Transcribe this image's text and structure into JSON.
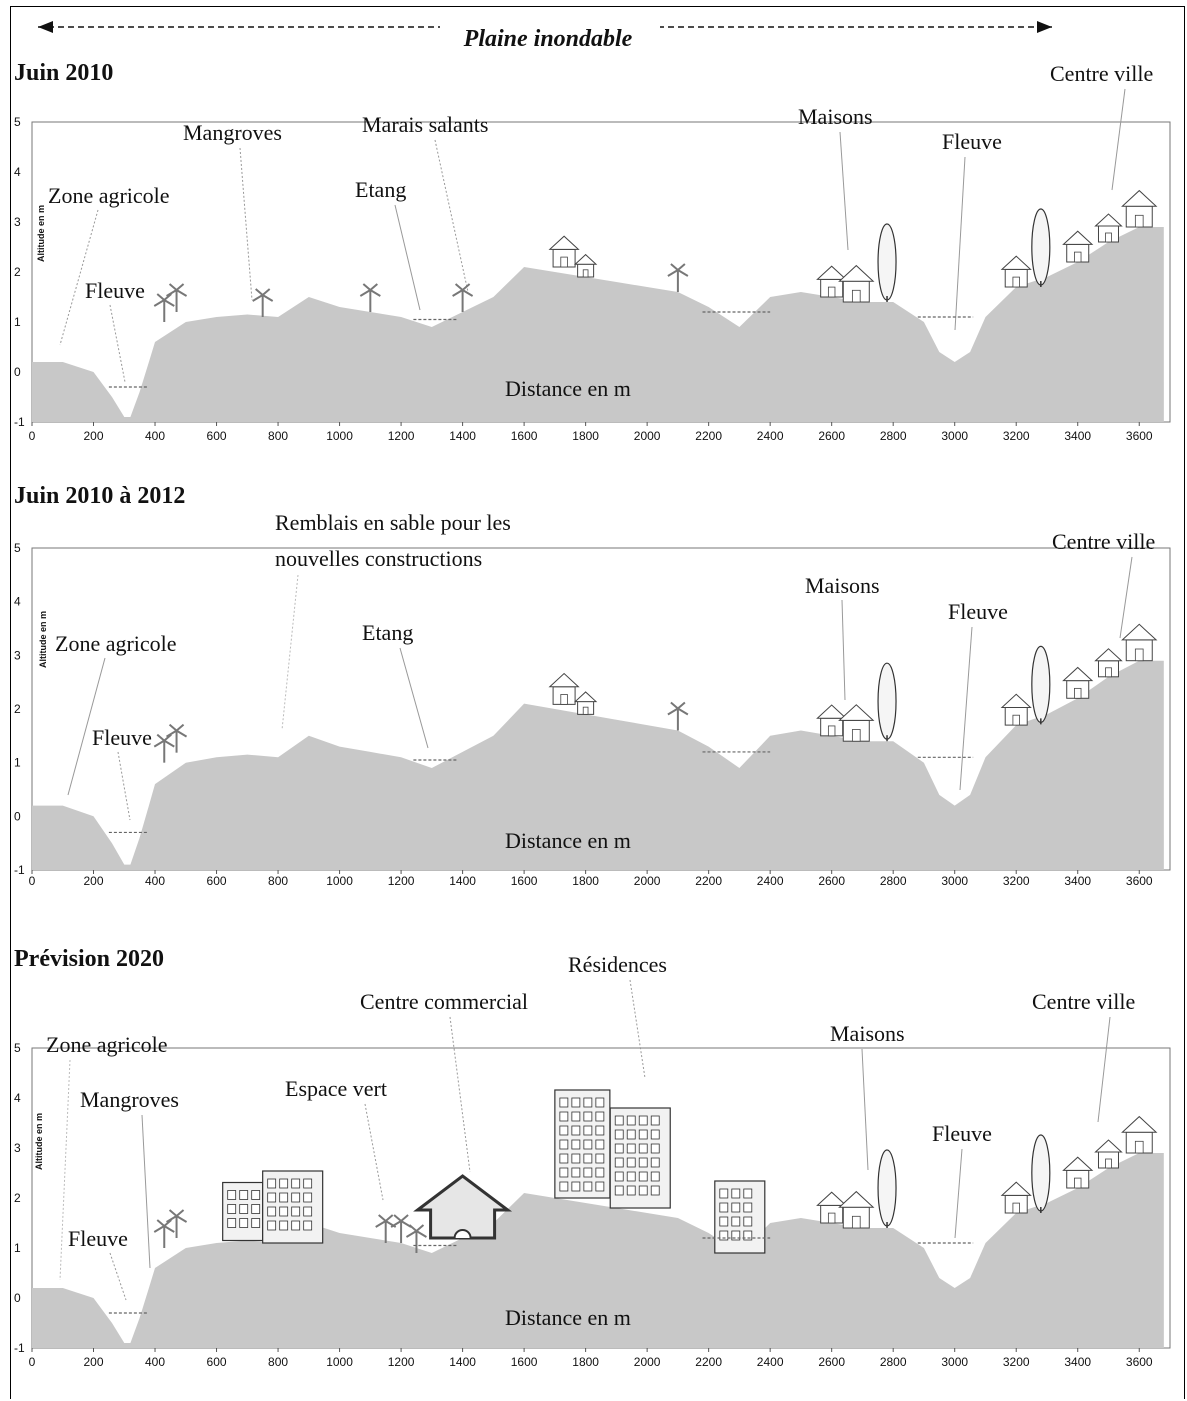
{
  "header": {
    "label": "Plaine inondable"
  },
  "panels": [
    {
      "title": "Juin 2010",
      "ylabel": "Altitude en m",
      "xlabel": "Distance en m",
      "labels": [
        "Zone agricole",
        "Fleuve",
        "Mangroves",
        "Marais salants",
        "Etang",
        "Maisons",
        "Fleuve",
        "Centre ville"
      ]
    },
    {
      "title": "Juin 2010 à 2012",
      "ylabel": "Altitude en m",
      "xlabel": "Distance en m",
      "labels": [
        "Zone agricole",
        "Fleuve",
        "Remblais en sable pour les",
        "nouvelles constructions",
        "Etang",
        "Maisons",
        "Fleuve",
        "Centre ville"
      ]
    },
    {
      "title": "Prévision 2020",
      "ylabel": "Altitude en m",
      "xlabel": "Distance en m",
      "labels": [
        "Zone agricole",
        "Mangroves",
        "Fleuve",
        "Espace vert",
        "Centre commercial",
        "Résidences",
        "Maisons",
        "Fleuve",
        "Centre ville"
      ]
    }
  ],
  "axes": {
    "x_ticks": [
      "0",
      "200",
      "400",
      "600",
      "800",
      "1000",
      "1200",
      "1400",
      "1600",
      "1800",
      "2000",
      "2200",
      "2400",
      "2600",
      "2800",
      "3000",
      "3200",
      "3400",
      "3600"
    ],
    "y_ticks": [
      "-1",
      "0",
      "1",
      "2",
      "3",
      "4",
      "5"
    ]
  },
  "chart_data": {
    "type": "area",
    "x_unit": "m",
    "y_unit": "m",
    "xlim": [
      0,
      3700
    ],
    "ylim": [
      -1,
      5
    ],
    "profiles": [
      {
        "name": "Juin 2010",
        "x": [
          0,
          100,
          200,
          260,
          300,
          320,
          350,
          380,
          400,
          500,
          600,
          700,
          800,
          900,
          1000,
          1100,
          1200,
          1300,
          1400,
          1500,
          1600,
          1700,
          1800,
          1900,
          2000,
          2100,
          2200,
          2300,
          2400,
          2500,
          2600,
          2700,
          2800,
          2900,
          2950,
          3000,
          3050,
          3100,
          3200,
          3300,
          3400,
          3500,
          3600,
          3680
        ],
        "y": [
          0.2,
          0.2,
          0.0,
          -0.5,
          -0.9,
          -0.9,
          -0.4,
          0.2,
          0.6,
          1.0,
          1.1,
          1.15,
          1.1,
          1.5,
          1.3,
          1.2,
          1.1,
          0.9,
          1.2,
          1.5,
          2.1,
          2.0,
          1.9,
          1.8,
          1.7,
          1.6,
          1.3,
          0.9,
          1.5,
          1.6,
          1.5,
          1.4,
          1.4,
          1.0,
          0.4,
          0.2,
          0.4,
          1.1,
          1.7,
          1.9,
          2.2,
          2.6,
          2.9,
          2.9
        ]
      },
      {
        "name": "Juin 2010 à 2012",
        "x": [
          0,
          100,
          200,
          260,
          300,
          320,
          350,
          380,
          400,
          500,
          600,
          700,
          800,
          900,
          1000,
          1100,
          1200,
          1300,
          1400,
          1500,
          1600,
          1700,
          1800,
          1900,
          2000,
          2100,
          2200,
          2300,
          2400,
          2500,
          2600,
          2700,
          2800,
          2900,
          2950,
          3000,
          3050,
          3100,
          3200,
          3300,
          3400,
          3500,
          3600,
          3680
        ],
        "y": [
          0.2,
          0.2,
          0.0,
          -0.5,
          -0.9,
          -0.9,
          -0.4,
          0.2,
          0.6,
          1.0,
          1.1,
          1.15,
          1.1,
          1.5,
          1.3,
          1.2,
          1.1,
          0.9,
          1.2,
          1.5,
          2.1,
          2.0,
          1.9,
          1.8,
          1.7,
          1.6,
          1.3,
          0.9,
          1.5,
          1.6,
          1.5,
          1.4,
          1.4,
          1.0,
          0.4,
          0.2,
          0.4,
          1.1,
          1.7,
          1.9,
          2.2,
          2.6,
          2.9,
          2.9
        ]
      },
      {
        "name": "Prévision 2020",
        "x": [
          0,
          100,
          200,
          260,
          300,
          320,
          350,
          380,
          400,
          500,
          600,
          700,
          800,
          900,
          1000,
          1100,
          1200,
          1300,
          1400,
          1500,
          1600,
          1700,
          1800,
          1900,
          2000,
          2100,
          2200,
          2300,
          2400,
          2500,
          2600,
          2700,
          2800,
          2900,
          2950,
          3000,
          3050,
          3100,
          3200,
          3300,
          3400,
          3500,
          3600,
          3680
        ],
        "y": [
          0.2,
          0.2,
          0.0,
          -0.5,
          -0.9,
          -0.9,
          -0.4,
          0.2,
          0.6,
          1.0,
          1.1,
          1.15,
          1.1,
          1.5,
          1.3,
          1.2,
          1.1,
          0.9,
          1.2,
          1.5,
          2.1,
          2.0,
          1.9,
          1.8,
          1.7,
          1.6,
          1.3,
          0.9,
          1.5,
          1.6,
          1.5,
          1.4,
          1.4,
          1.0,
          0.4,
          0.2,
          0.4,
          1.1,
          1.7,
          1.9,
          2.2,
          2.6,
          2.9,
          2.9
        ]
      }
    ]
  }
}
